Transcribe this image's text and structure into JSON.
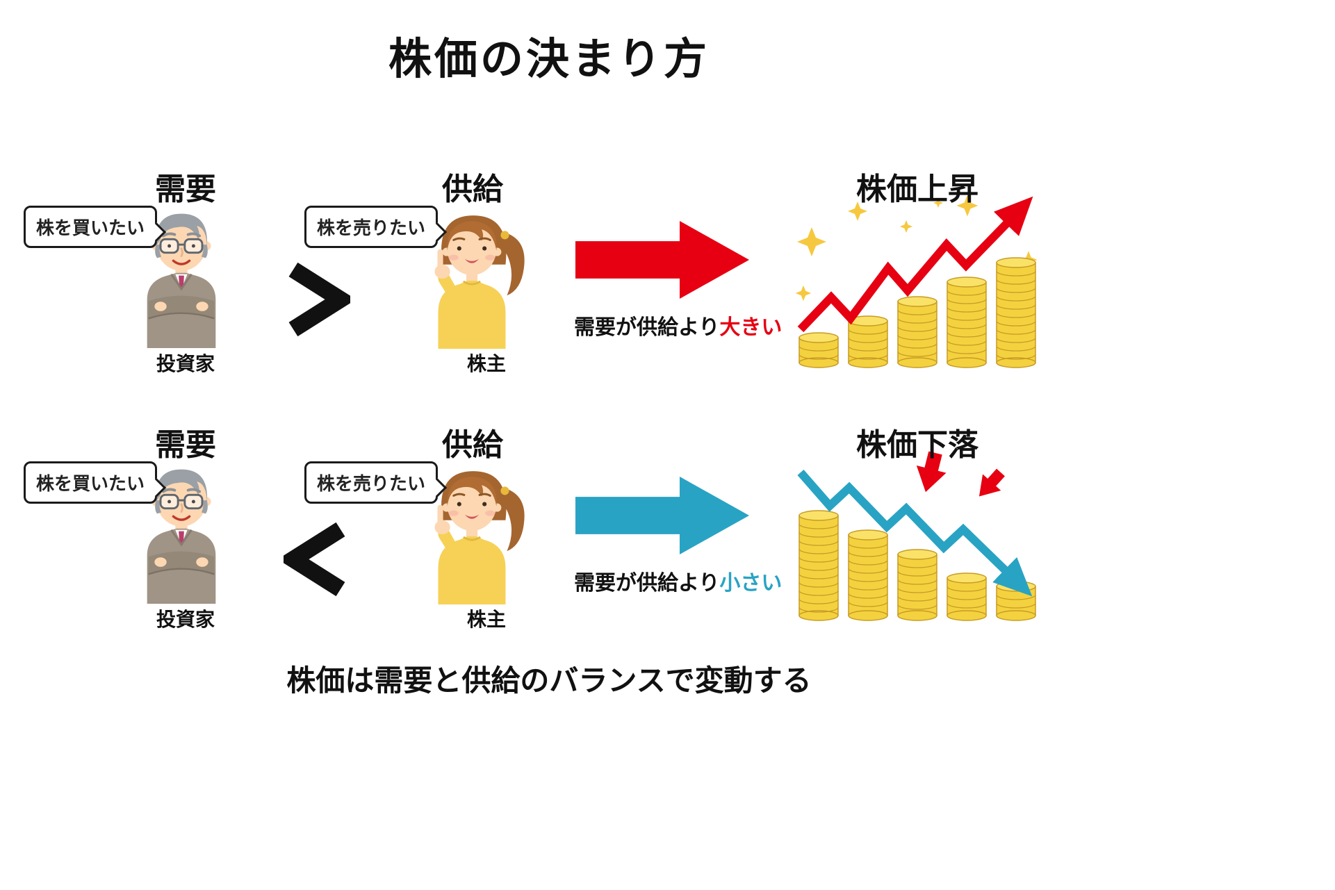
{
  "title": "株価の決まり方",
  "footer": "株価は需要と供給のバランスで変動する",
  "colors": {
    "rise_red": "#e60012",
    "fall_teal": "#29a3c4",
    "coin_gold": "#f4d23f",
    "sparkle_yellow": "#f6c83f",
    "text_black": "#111111"
  },
  "rows": [
    {
      "demand": {
        "header": "需要",
        "bubble": "株を買いたい",
        "label": "投資家"
      },
      "comparison": ">",
      "supply": {
        "header": "供給",
        "bubble": "株を売りたい",
        "label": "株主"
      },
      "condition": {
        "prefix": "需要が供給より",
        "highlight": "大きい"
      },
      "result": "株価上昇"
    },
    {
      "demand": {
        "header": "需要",
        "bubble": "株を買いたい",
        "label": "投資家"
      },
      "comparison": "<",
      "supply": {
        "header": "供給",
        "bubble": "株を売りたい",
        "label": "株主"
      },
      "condition": {
        "prefix": "需要が供給より",
        "highlight": "小さい"
      },
      "result": "株価下落"
    }
  ]
}
